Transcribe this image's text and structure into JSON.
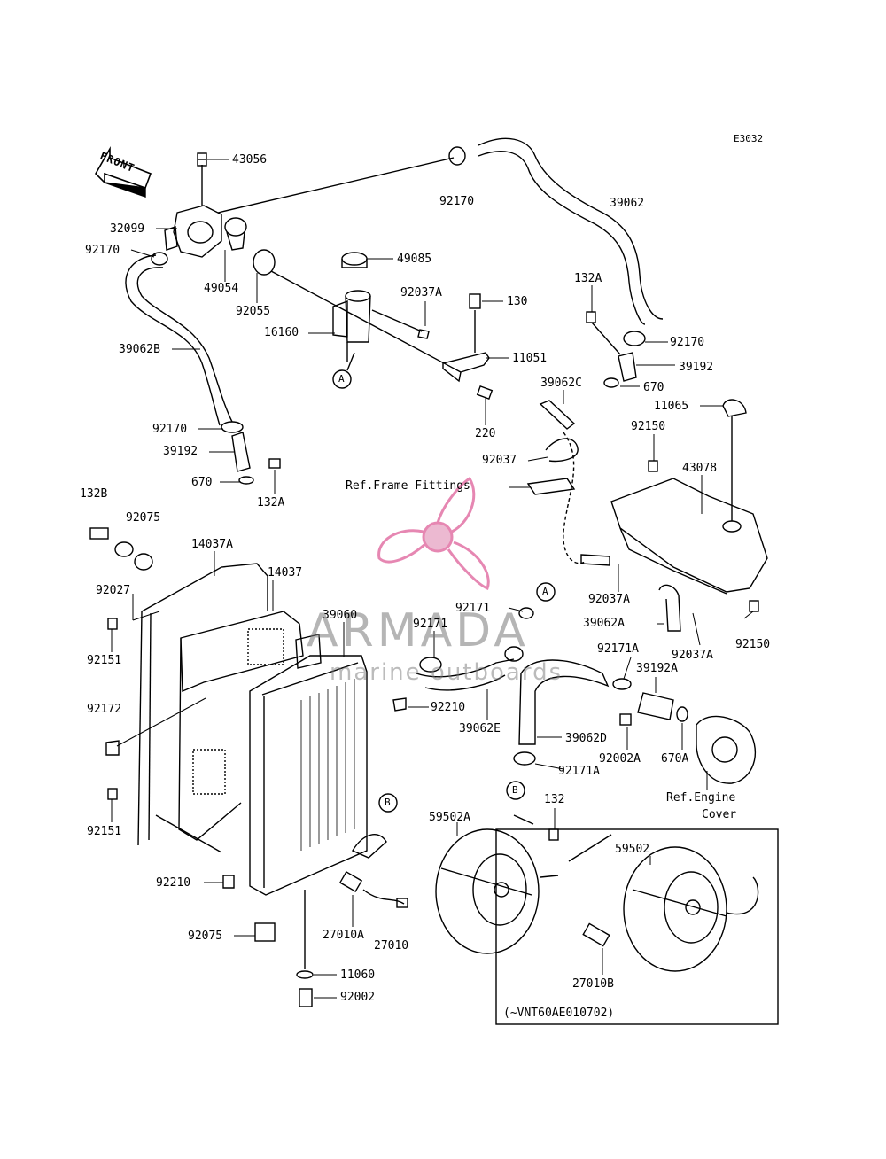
{
  "diagram_code": "E3032",
  "front_label": "FRONT",
  "watermark": {
    "title": "ARMADA",
    "subtitle": "marine outboards",
    "logo_color": "#e06aa0"
  },
  "labels": {
    "l43056": "43056",
    "l92170_top": "92170",
    "l39062": "39062",
    "l32099": "32099",
    "l92170_left": "92170",
    "l49054": "49054",
    "l92055": "92055",
    "l49085": "49085",
    "l92037A_1": "92037A",
    "l130": "130",
    "l16160": "16160",
    "l11051": "11051",
    "l132A_top": "132A",
    "l92170_right": "92170",
    "l39192_right": "39192",
    "l670_right": "670",
    "l39062C": "39062C",
    "l39062B": "39062B",
    "l220": "220",
    "l11065": "11065",
    "l92150_top": "92150",
    "l43078": "43078",
    "l92170_mid": "92170",
    "l39192_left": "39192",
    "l92037": "92037",
    "l670_left": "670",
    "l132A_left": "132A",
    "ref_frame": "Ref.Frame Fittings",
    "l132B": "132B",
    "l92075_top": "92075",
    "l14037A": "14037A",
    "l14037": "14037",
    "l92027": "92027",
    "l39060": "39060",
    "l92171_1": "92171",
    "l92171_2": "92171",
    "l92037A_2": "92037A",
    "l39062A": "39062A",
    "l92150_bot": "92150",
    "l92037A_3": "92037A",
    "l92151_top": "92151",
    "l92171A_1": "92171A",
    "l39192A": "39192A",
    "l92172": "92172",
    "l92210_mid": "92210",
    "l39062E": "39062E",
    "l39062D": "39062D",
    "l92002A": "92002A",
    "l670A": "670A",
    "l92171A_2": "92171A",
    "ref_engine_1": "Ref.Engine",
    "ref_engine_2": "Cover",
    "l92151_bot": "92151",
    "l59502A": "59502A",
    "l132": "132",
    "l59502": "59502",
    "l92210_bot": "92210",
    "l92075_bot": "92075",
    "l27010A": "27010A",
    "l27010": "27010",
    "l11060": "11060",
    "l92002": "92002",
    "l27010B": "27010B",
    "inset_note": "(~VNT60AE010702)",
    "callout_A": "A",
    "callout_B": "B"
  }
}
